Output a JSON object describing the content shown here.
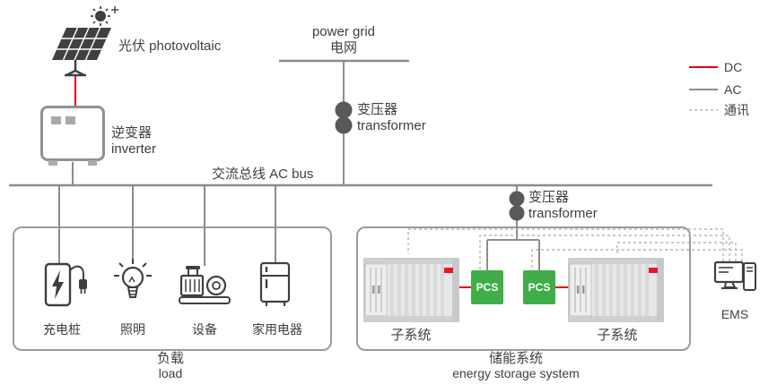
{
  "colors": {
    "dc_red": "#e60012",
    "ac_gray": "#8c8c8c",
    "comm_gray": "#b5b5b6",
    "pcs_green": "#3fae49",
    "transformer_fill": "#58595b"
  },
  "legend": {
    "dc": "DC",
    "ac": "AC",
    "comm": "通讯"
  },
  "pv": {
    "label": "光伏 photovoltaic"
  },
  "inverter": {
    "cn": "逆变器",
    "en": "inverter"
  },
  "grid": {
    "en": "power grid",
    "cn": "电网"
  },
  "grid_transformer": {
    "cn": "变压器",
    "en": "transformer"
  },
  "ac_bus": {
    "label": "交流总线  AC bus"
  },
  "load": {
    "items": [
      {
        "label": "充电桩"
      },
      {
        "label": "照明"
      },
      {
        "label": "设备"
      },
      {
        "label": "家用电器"
      }
    ],
    "caption_cn": "负载",
    "caption_en": "load"
  },
  "storage": {
    "transformer": {
      "cn": "变压器",
      "en": "transformer"
    },
    "pcs_left": "PCS",
    "pcs_right": "PCS",
    "subsystem_left": "子系统",
    "subsystem_right": "子系统",
    "caption_cn": "储能系统",
    "caption_en": "energy storage system"
  },
  "ems": {
    "label": "EMS"
  }
}
